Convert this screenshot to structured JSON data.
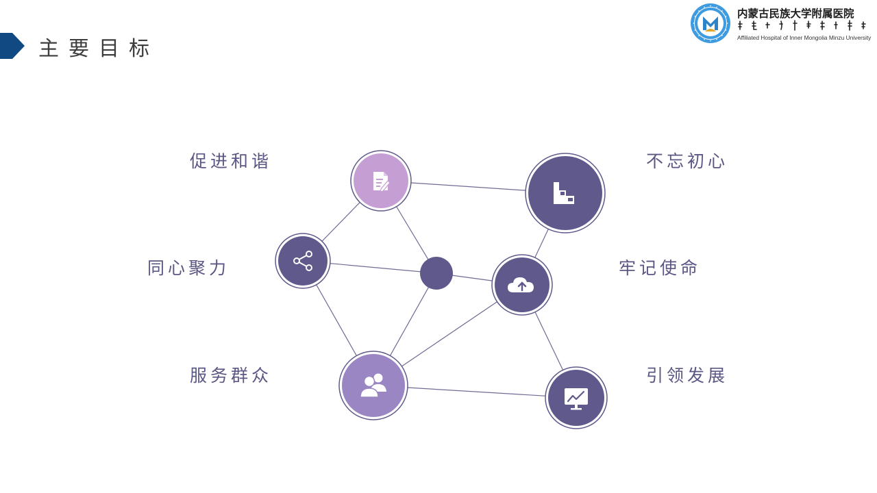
{
  "slide": {
    "title": "主要目标"
  },
  "logo": {
    "name_cn": "内蒙古民族大学附属医院",
    "name_en": "Affiliated Hospital of Inner Mongolia Minzu University"
  },
  "diagram": {
    "nodes": [
      {
        "id": "document",
        "label": "促进和谐",
        "icon": "document-edit-icon",
        "color": "#c59ed4"
      },
      {
        "id": "stairs",
        "label": "不忘初心",
        "icon": "stairs-icon",
        "color": "#5f5a8b"
      },
      {
        "id": "share",
        "label": "同心聚力",
        "icon": "share-icon",
        "color": "#5f5a8b"
      },
      {
        "id": "cloud",
        "label": "牢记使命",
        "icon": "cloud-upload-icon",
        "color": "#5f5a8b"
      },
      {
        "id": "users",
        "label": "服务群众",
        "icon": "users-icon",
        "color": "#9b86c4"
      },
      {
        "id": "chart",
        "label": "引领发展",
        "icon": "chart-monitor-icon",
        "color": "#5f5a8b"
      },
      {
        "id": "hub",
        "label": "",
        "icon": "",
        "color": "#5f5a8b"
      }
    ],
    "edges": [
      [
        "document",
        "stairs"
      ],
      [
        "document",
        "share"
      ],
      [
        "document",
        "hub"
      ],
      [
        "share",
        "hub"
      ],
      [
        "share",
        "users"
      ],
      [
        "hub",
        "cloud"
      ],
      [
        "hub",
        "users"
      ],
      [
        "stairs",
        "cloud"
      ],
      [
        "cloud",
        "users"
      ],
      [
        "cloud",
        "chart"
      ],
      [
        "users",
        "chart"
      ]
    ]
  }
}
